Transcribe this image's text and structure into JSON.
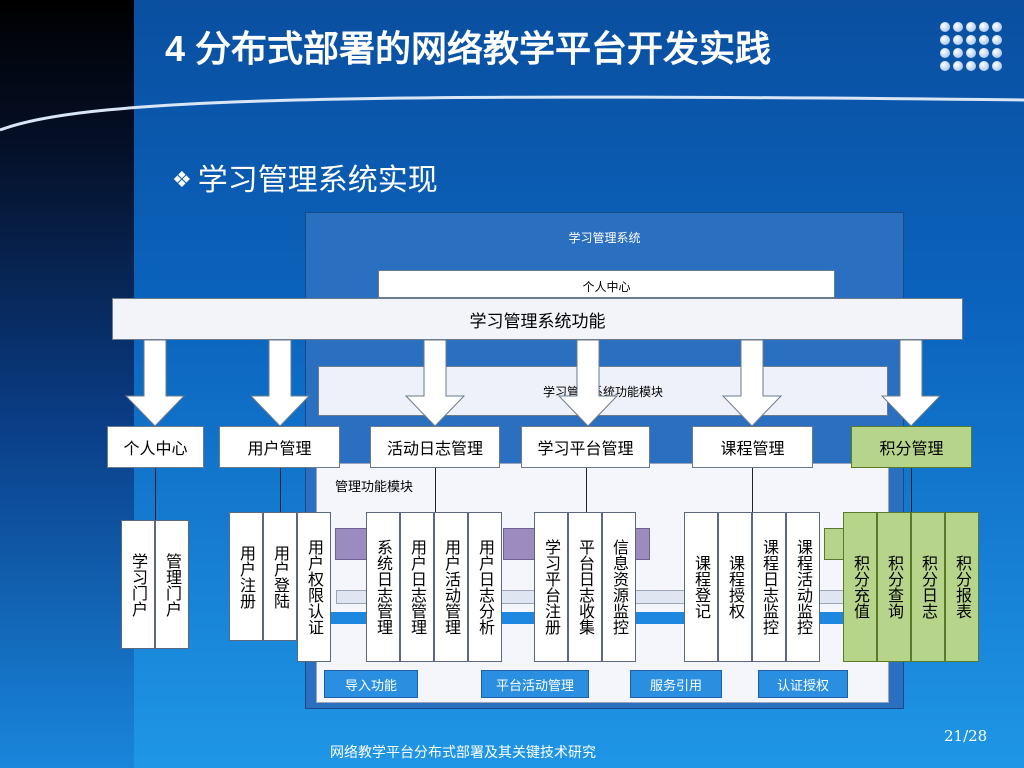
{
  "slide": {
    "title": "4 分布式部署的网络教学平台开发实践",
    "subtitle": "学习管理系统实现",
    "footer": "网络教学平台分布式部署及其关键技术研究",
    "page_number": "21/28"
  },
  "background_diagram": {
    "panel_title": "学习管理系统",
    "personal_center": "个人中心",
    "module_bar": "学习管理系统功能模块",
    "inner_title": "管理功能模块",
    "bottom_buttons": [
      "导入功能",
      "平台活动管理",
      "服务引用",
      "认证授权"
    ]
  },
  "main_bar": "学习管理系统功能",
  "categories": [
    {
      "label": "个人中心",
      "children": [
        "学习门户",
        "管理门户"
      ]
    },
    {
      "label": "用户管理",
      "children": [
        "用户注册",
        "用户登陆",
        "用户权限认证"
      ]
    },
    {
      "label": "活动日志管理",
      "children": [
        "系统日志管理",
        "用户日志管理",
        "用户活动管理",
        "用户日志分析"
      ]
    },
    {
      "label": "学习平台管理",
      "children": [
        "学习平台注册",
        "平台日志收集",
        "信息资源监控"
      ]
    },
    {
      "label": "课程管理",
      "children": [
        "课程登记",
        "课程授权",
        "课程日志监控",
        "课程活动监控"
      ]
    },
    {
      "label": "积分管理",
      "children": [
        "积分充值",
        "积分查询",
        "积分日志",
        "积分报表"
      ]
    }
  ],
  "colors": {
    "accent_green": "#b6d58a"
  }
}
